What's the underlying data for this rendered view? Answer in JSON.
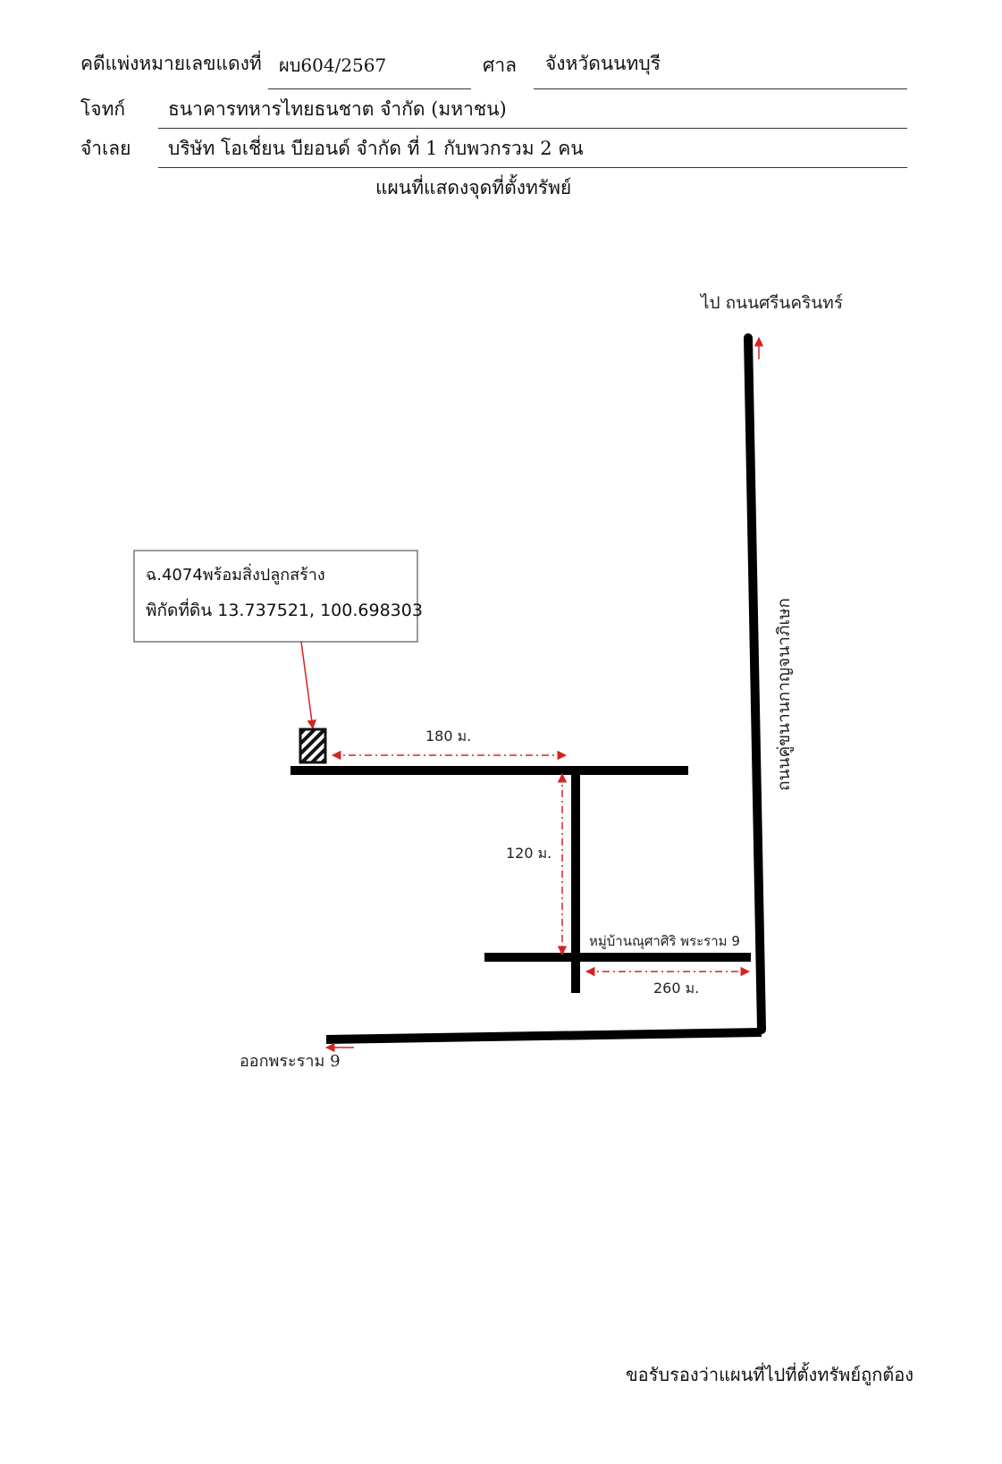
{
  "header": {
    "case_label": "คดีแพ่งหมายเลขแดงที่",
    "case_number": "ผบ604/2567",
    "court_label": "ศาล",
    "court_name": "จังหวัดนนทบุรี",
    "plaintiff_label": "โจทก์",
    "plaintiff_name": "ธนาคารทหารไทยธนชาต จำกัด (มหาชน)",
    "defendant_label": "จำเลย",
    "defendant_name": "บริษัท โอเชี่ยน บียอนด์ จำกัด  ที่ 1 กับพวกรวม 2 คน",
    "map_title": "แผนที่แสดงจุดที่ตั้งทรัพย์"
  },
  "map": {
    "to_srinakarin": "ไป ถนนศรีนครินทร์",
    "road_vertical": "ถนนคู่ขนานกาญจนาภิเษก",
    "callout_line1": "ฉ.4074พร้อมสิ่งปลูกสร้าง",
    "callout_line2": "พิกัดที่ดิน 13.737521, 100.698303",
    "dist_180": "180 ม.",
    "dist_120": "120 ม.",
    "dist_260": "260 ม.",
    "village": "หมู่บ้านณุศาศิริ พระราม 9",
    "exit_rama9": "ออกพระราม 9",
    "road_color": "#000000",
    "arrow_color": "#d62222"
  },
  "footer": {
    "certify": "ขอรับรองว่าแผนที่ไปที่ตั้งทรัพย์ถูกต้อง"
  }
}
